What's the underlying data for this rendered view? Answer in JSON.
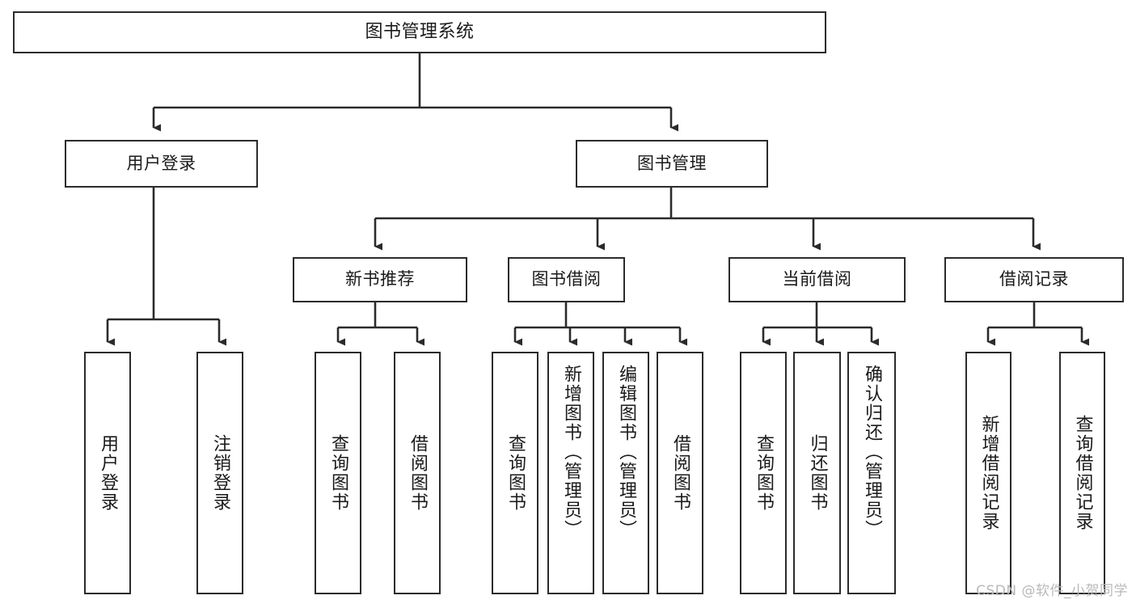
{
  "diagram": {
    "title": "图书管理系统",
    "watermark": "CSDN @软件_小贺同学",
    "line_color": "#2b2b2b",
    "box_fill": "#ffffff",
    "text_color": "#1a1a1a",
    "nodes": {
      "root": "图书管理系统",
      "level2": {
        "user_login": "用户登录",
        "book_manage": "图书管理"
      },
      "level3": {
        "new_book_rec": "新书推荐",
        "book_borrow": "图书借阅",
        "current_borrow": "当前借阅",
        "borrow_record": "借阅记录"
      },
      "leaves": {
        "user_login_1": "用户登录",
        "user_login_2": "注销登录",
        "new_book_rec_1": "查询图书",
        "new_book_rec_2": "借阅图书",
        "book_borrow_1": "查询图书",
        "book_borrow_2": "新增图书（管理员）",
        "book_borrow_3": "编辑图书（管理员）",
        "book_borrow_4": "借阅图书",
        "current_borrow_1": "查询图书",
        "current_borrow_2": "归还图书",
        "current_borrow_3": "确认归还（管理员）",
        "borrow_record_1": "新增借阅记录",
        "borrow_record_2": "查询借阅记录"
      }
    }
  },
  "chart_data": {
    "type": "table",
    "title": "图书管理系统",
    "structure": "tree",
    "levels": 4,
    "tree": [
      {
        "label": "图书管理系统",
        "children": [
          {
            "label": "用户登录",
            "children": [
              {
                "label": "用户登录"
              },
              {
                "label": "注销登录"
              }
            ]
          },
          {
            "label": "图书管理",
            "children": [
              {
                "label": "新书推荐",
                "children": [
                  {
                    "label": "查询图书"
                  },
                  {
                    "label": "借阅图书"
                  }
                ]
              },
              {
                "label": "图书借阅",
                "children": [
                  {
                    "label": "查询图书"
                  },
                  {
                    "label": "新增图书（管理员）"
                  },
                  {
                    "label": "编辑图书（管理员）"
                  },
                  {
                    "label": "借阅图书"
                  }
                ]
              },
              {
                "label": "当前借阅",
                "children": [
                  {
                    "label": "查询图书"
                  },
                  {
                    "label": "归还图书"
                  },
                  {
                    "label": "确认归还（管理员）"
                  }
                ]
              },
              {
                "label": "借阅记录",
                "children": [
                  {
                    "label": "新增借阅记录"
                  },
                  {
                    "label": "查询借阅记录"
                  }
                ]
              }
            ]
          }
        ]
      }
    ]
  }
}
